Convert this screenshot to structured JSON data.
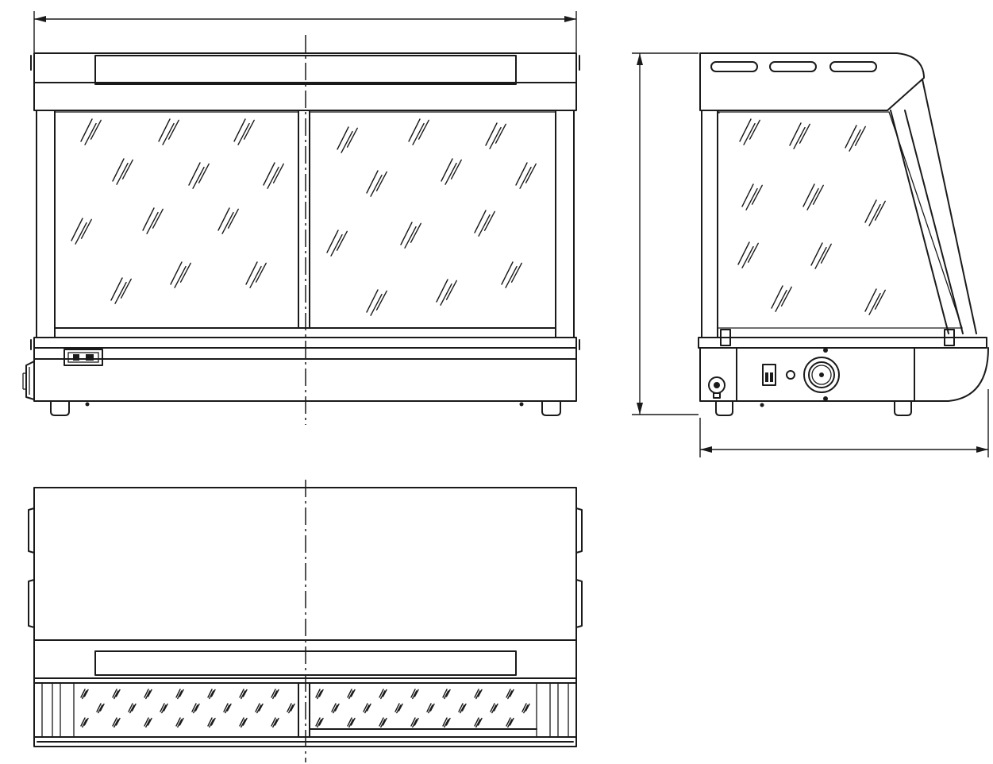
{
  "drawing": {
    "views": [
      "front-view",
      "side-view",
      "top-view"
    ],
    "line_color": "#1a1a1a",
    "background": "#ffffff"
  }
}
